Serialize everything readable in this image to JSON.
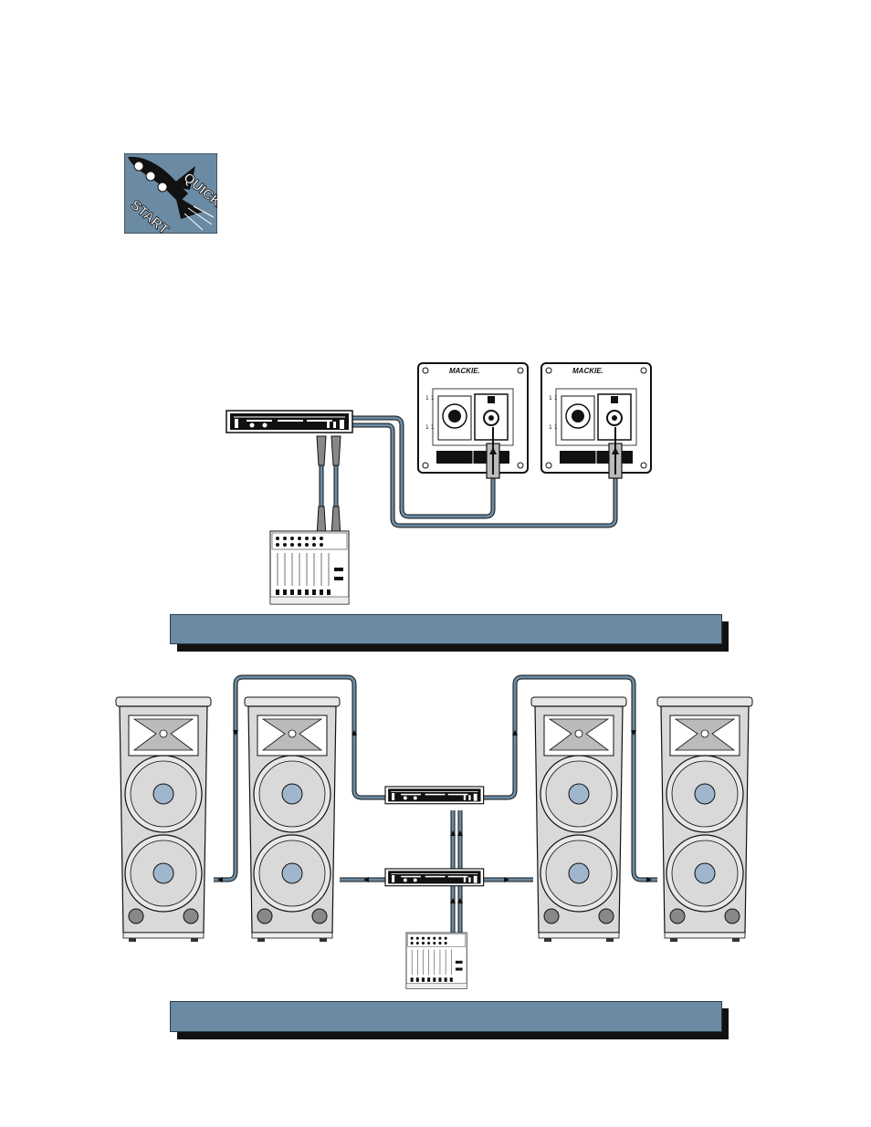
{
  "badge": {
    "top_text": "QUICK",
    "bottom_text": "START",
    "background_color": "#6b8ba4",
    "icon": "rocket-icon"
  },
  "panels": {
    "brand_left": "MACKIE.",
    "brand_right": "MACKIE."
  },
  "colors": {
    "cable": "#6b8ba4",
    "banner": "#6b8ba4",
    "speaker_body": "#d9d9d9",
    "woofer_cone": "#9fb6cc"
  }
}
